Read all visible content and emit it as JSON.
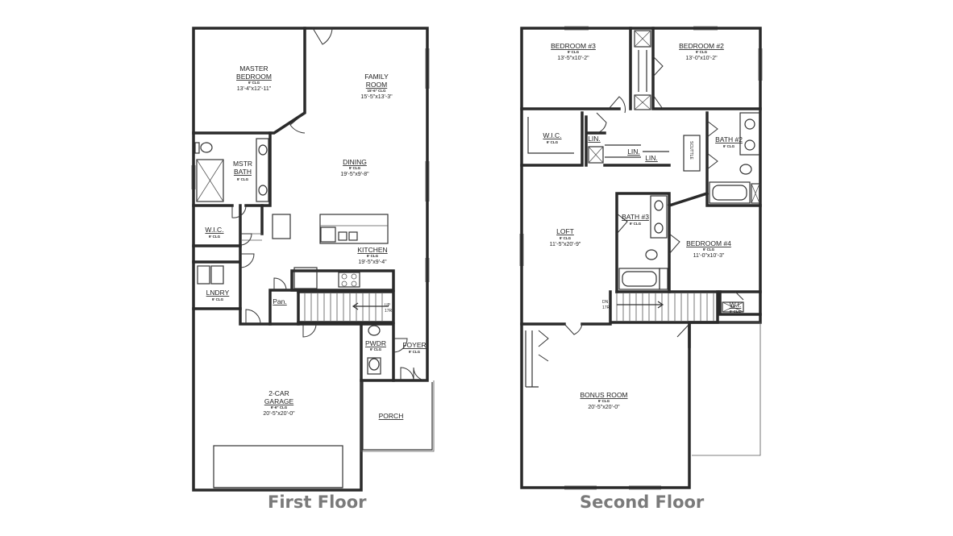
{
  "captions": {
    "first_floor": "First Floor",
    "second_floor": "Second Floor"
  },
  "first_floor_rooms": {
    "master_bedroom": {
      "name1": "MASTER",
      "name2": "BEDROOM",
      "ceiling": "9' CLG",
      "dims": "13'-4\"x12'-11\""
    },
    "family_room": {
      "name1": "FAMILY",
      "name2": "ROOM",
      "ceiling": "15'-6\" CLG",
      "dims": "15'-5\"x13'-3\""
    },
    "dining": {
      "name": "DINING",
      "ceiling": "9' CLG",
      "dims": "19'-5\"x9'-8\""
    },
    "mstr_bath": {
      "name1": "MSTR",
      "name2": "BATH",
      "ceiling": "9' CLG"
    },
    "wic": {
      "name": "W.I.C.",
      "ceiling": "9' CLG"
    },
    "kitchen": {
      "name": "KITCHEN",
      "ceiling": "9' CLG",
      "dims": "19'-5\"x9'-4\""
    },
    "laundry": {
      "name": "LNDRY",
      "ceiling": "9' CLG"
    },
    "pantry": {
      "name": "Pan."
    },
    "powder": {
      "name": "PWDR",
      "ceiling": "9' CLG"
    },
    "foyer": {
      "name": "FOYER",
      "ceiling": "9' CLG"
    },
    "stairs": {
      "dir": "UP",
      "count": "17R"
    },
    "garage": {
      "name1": "2-CAR",
      "name2": "GARAGE",
      "ceiling": "9'-6\" CLG",
      "dims": "20'-5\"x20'-0\""
    },
    "porch": {
      "name": "PORCH"
    }
  },
  "second_floor_rooms": {
    "bedroom3": {
      "name": "BEDROOM #3",
      "ceiling": "9' CLG",
      "dims": "13'-5\"x10'-2\""
    },
    "bedroom2": {
      "name": "BEDROOM #2",
      "ceiling": "9' CLG",
      "dims": "13'-0\"x10'-2\""
    },
    "wic": {
      "name": "W.I.C.",
      "ceiling": "9' CLG"
    },
    "lin1": {
      "name": "LIN."
    },
    "lin2": {
      "name": "LIN."
    },
    "lin3": {
      "name": "LIN."
    },
    "scuttle": {
      "name": "SCUTTLE"
    },
    "bath2": {
      "name": "BATH #2",
      "ceiling": "9' CLG"
    },
    "bath3": {
      "name": "BATH #3",
      "ceiling": "9' CLG"
    },
    "loft": {
      "name": "LOFT",
      "ceiling": "9' CLG",
      "dims": "11'-5\"x20'-9\""
    },
    "bedroom4": {
      "name": "BEDROOM #4",
      "ceiling": "9' CLG",
      "dims": "11'-0\"x10'-3\""
    },
    "wic2": {
      "name": "W.I.",
      "ceiling": "9' CLG"
    },
    "stairs": {
      "dir": "DN",
      "count": "17R"
    },
    "bonus_room": {
      "name": "BONUS ROOM",
      "ceiling": "9' CLG",
      "dims": "20'-5\"x20'-0\""
    }
  }
}
